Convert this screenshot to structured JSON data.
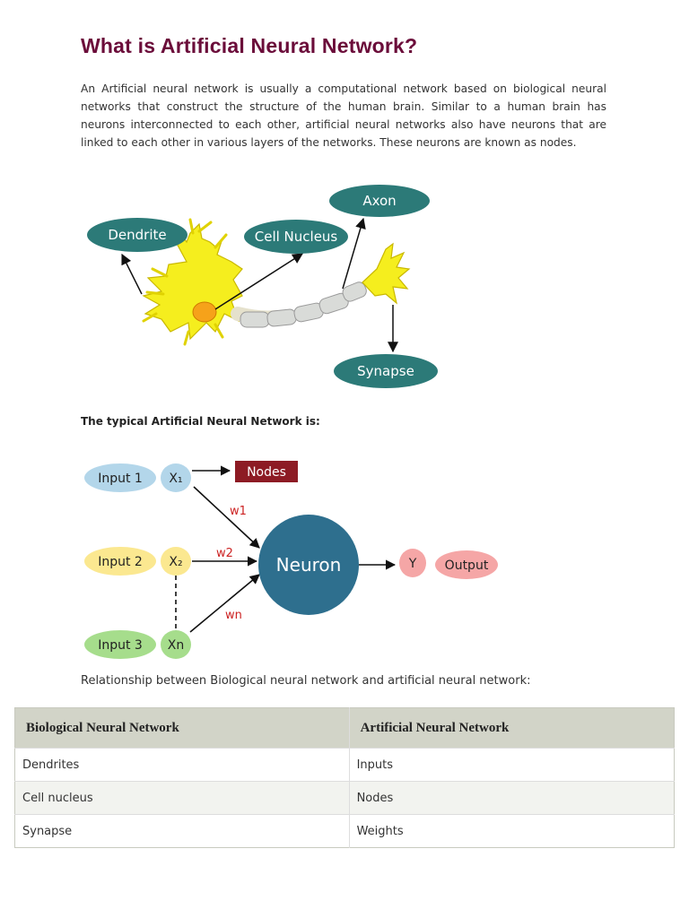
{
  "page": {
    "title": "What is Artificial Neural Network?",
    "intro": "An Artificial neural network is usually a computational network based on biological neural networks that construct the structure of the human brain. Similar to a human brain has neurons interconnected to each other, artificial neural networks also have neurons that are linked to each other in various layers of the networks. These neurons are known as nodes.",
    "typical_heading": "The typical Artificial Neural Network is:",
    "relationship_text": "Relationship between Biological neural network and artificial neural network:"
  },
  "neuron_diagram": {
    "dendrite": "Dendrite",
    "cell_nucleus": "Cell Nucleus",
    "axon": "Axon",
    "synapse": "Synapse",
    "colors": {
      "bubble": "#2c7a78",
      "cell": "#f5ee1e",
      "nucleus": "#f6a21a",
      "myelin": "#d9dbd8"
    }
  },
  "ann_diagram": {
    "input1": "Input 1",
    "input2": "Input 2",
    "input3": "Input 3",
    "x1": "X₁",
    "x2": "X₂",
    "xn": "Xn",
    "nodes": "Nodes",
    "w1": "w1",
    "w2": "w2",
    "wn": "wn",
    "neuron": "Neuron",
    "y": "Y",
    "output": "Output",
    "colors": {
      "input1": "#b3d6ea",
      "input2": "#fbe890",
      "input3": "#a6dd8c",
      "nodes": "#8d1b24",
      "neuron": "#2e6f8e",
      "output": "#f5a6a6",
      "weights": "#cc2222"
    }
  },
  "table": {
    "headers": [
      "Biological Neural Network",
      "Artificial Neural Network"
    ],
    "rows": [
      [
        "Dendrites",
        "Inputs"
      ],
      [
        "Cell nucleus",
        "Nodes"
      ],
      [
        "Synapse",
        "Weights"
      ]
    ]
  }
}
